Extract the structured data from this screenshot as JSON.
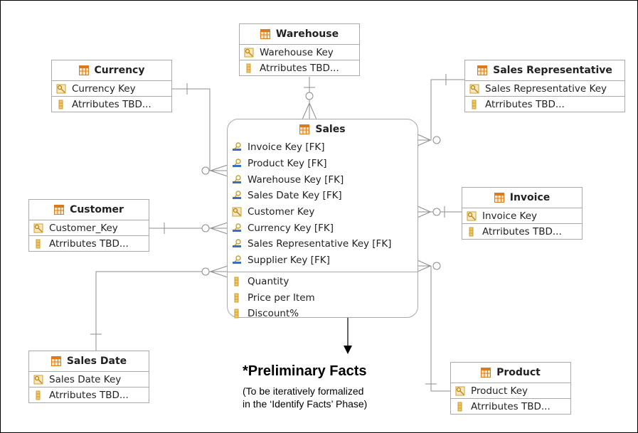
{
  "fact_table": {
    "name": "Sales",
    "foreign_keys": [
      "Invoice Key [FK]",
      "Product Key [FK]",
      "Warehouse Key [FK]",
      "Sales Date Key [FK]",
      "Customer Key",
      "Currency Key [FK]",
      "Sales Representative Key [FK]",
      "Supplier Key [FK]"
    ],
    "measures": [
      "Quantity",
      "Price per Item",
      "Discount%"
    ]
  },
  "dimensions": {
    "warehouse": {
      "name": "Warehouse",
      "key": "Warehouse Key",
      "attributes": "Atrributes TBD..."
    },
    "currency": {
      "name": "Currency",
      "key": "Currency Key",
      "attributes": "Atrributes TBD..."
    },
    "sales_rep": {
      "name": "Sales Representative",
      "key": "Sales Representative Key",
      "attributes": "Atrributes TBD..."
    },
    "customer": {
      "name": "Customer",
      "key": "Customer_Key",
      "attributes": "Atrributes TBD..."
    },
    "invoice": {
      "name": "Invoice",
      "key": "Invoice Key",
      "attributes": "Atrributes TBD..."
    },
    "sales_date": {
      "name": "Sales Date",
      "key": "Sales Date Key",
      "attributes": "Atrributes TBD..."
    },
    "product": {
      "name": "Product",
      "key": "Product Key",
      "attributes": "Atrributes TBD..."
    }
  },
  "annotation": {
    "title": "*Preliminary Facts",
    "line1": "(To be iteratively formalized",
    "line2": "in the ‘Identify Facts’ Phase)"
  },
  "icons": {
    "table": "table-icon",
    "primary_key": "key-icon",
    "foreign_key": "foreign-key-icon",
    "attribute": "attribute-icon"
  },
  "colors": {
    "table_icon": "#d97a1e",
    "key_icon": "#c8a02a",
    "fk_icon": "#3a6fbf",
    "line": "#8c8c8c"
  }
}
